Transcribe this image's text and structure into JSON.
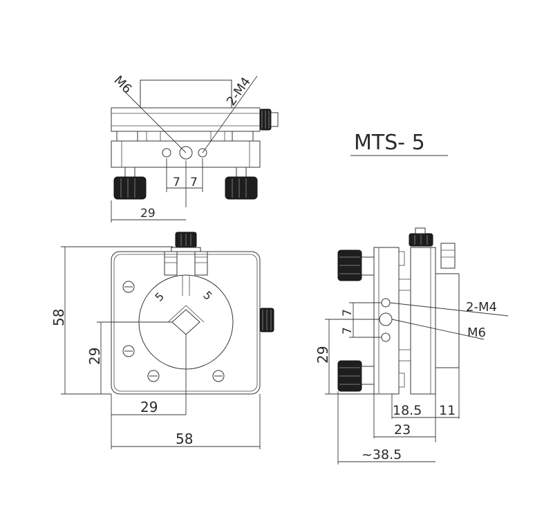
{
  "title": "MTS- 5",
  "top_view": {
    "callout_m6": "M6",
    "callout_m4": "2-M4",
    "dim_7_left": "7",
    "dim_7_right": "7",
    "dim_29": "29"
  },
  "front_view": {
    "dim_58_height": "58",
    "dim_29_height": "29",
    "dim_29_width": "29",
    "dim_58_width": "58",
    "mark_5_left": "5",
    "mark_5_right": "5"
  },
  "side_view": {
    "callout_m4": "2-M4",
    "callout_m6": "M6",
    "dim_7_upper": "7",
    "dim_7_lower": "7",
    "dim_29_height": "29",
    "dim_18_5": "18.5",
    "dim_11": "11",
    "dim_23": "23",
    "dim_38_5": "~38.5"
  }
}
